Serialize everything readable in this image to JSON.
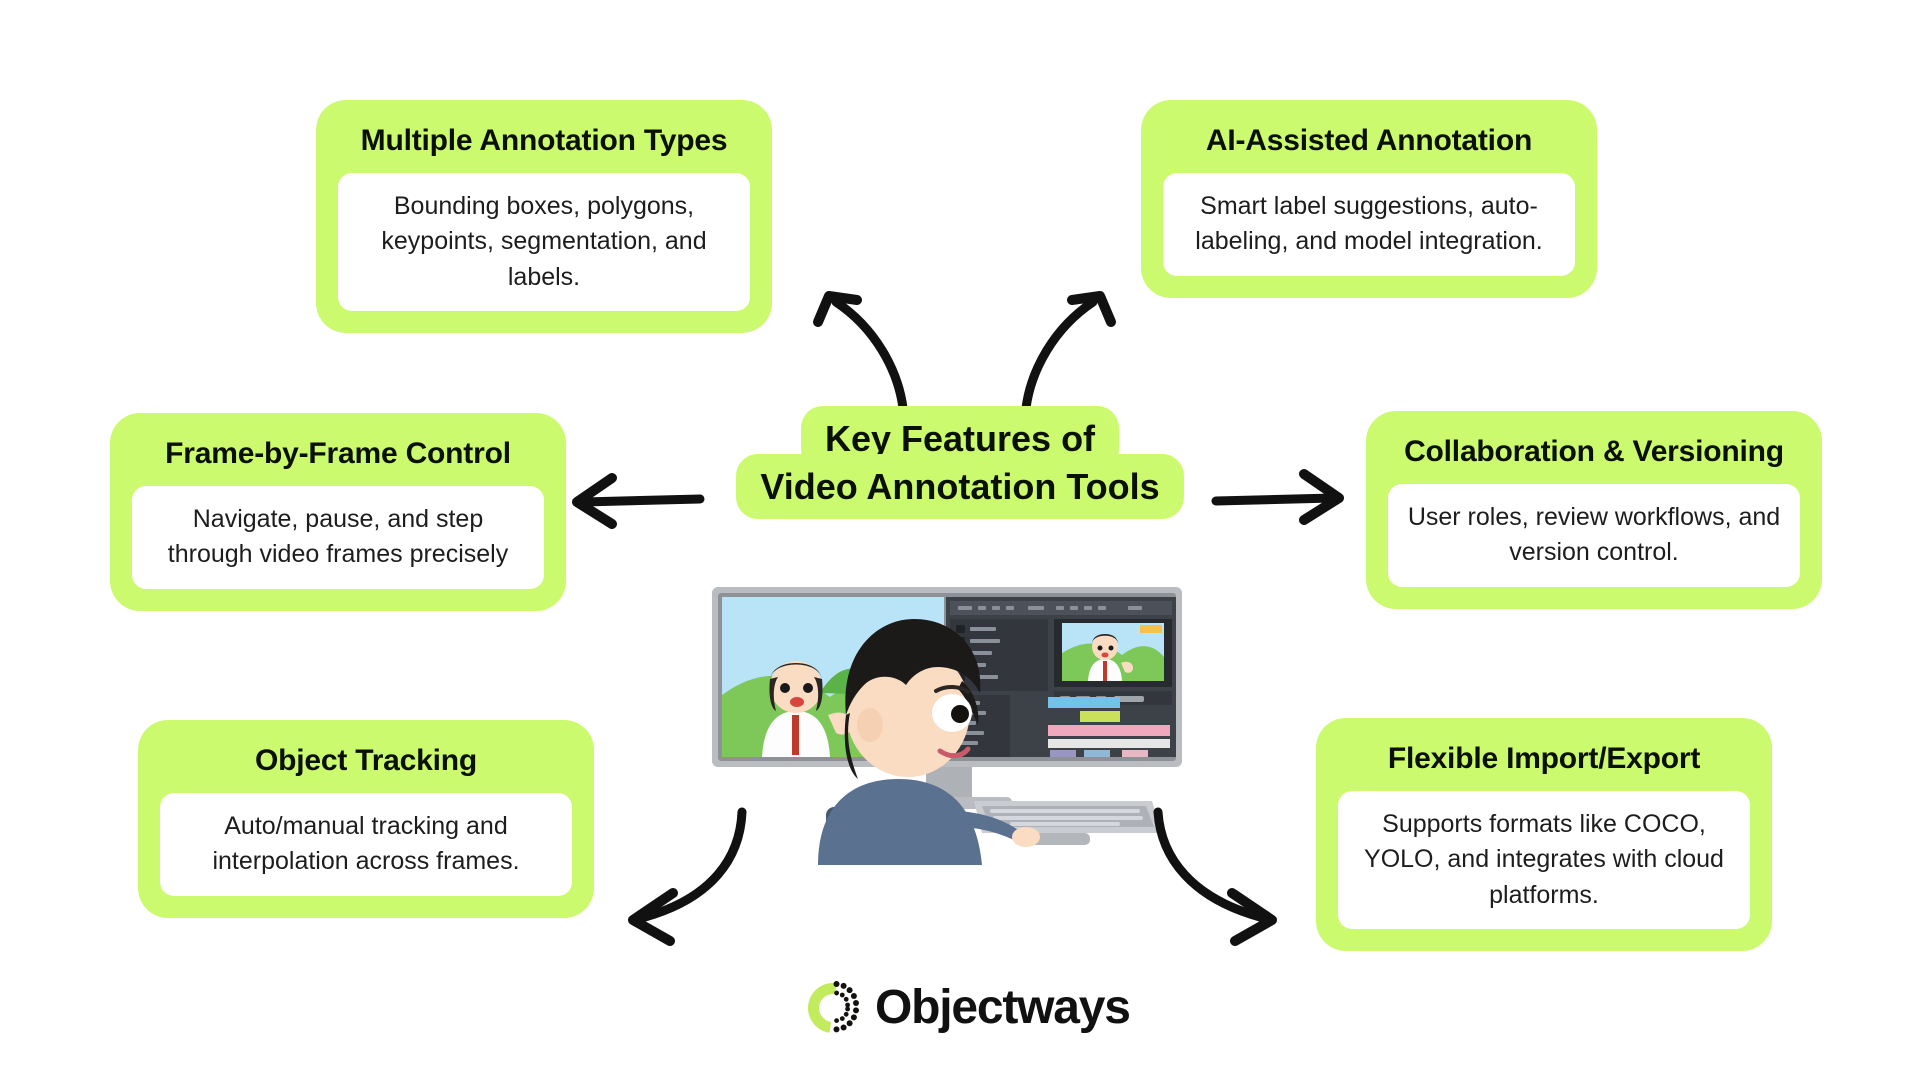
{
  "center": {
    "title_line1": "Key Features of",
    "title_line2": "Video Annotation Tools"
  },
  "cards": [
    {
      "id": "multiple-annotation-types",
      "title": "Multiple Annotation Types",
      "body": "Bounding boxes, polygons, keypoints, segmentation, and labels."
    },
    {
      "id": "ai-assisted-annotation",
      "title": "AI-Assisted Annotation",
      "body": "Smart label suggestions, auto-labeling, and model integration."
    },
    {
      "id": "frame-by-frame-control",
      "title": "Frame-by-Frame Control",
      "body": "Navigate, pause, and step through video frames precisely"
    },
    {
      "id": "collaboration-versioning",
      "title": "Collaboration & Versioning",
      "body": "User roles, review workflows, and version control."
    },
    {
      "id": "object-tracking",
      "title": "Object Tracking",
      "body": "Auto/manual tracking and interpolation across frames."
    },
    {
      "id": "flexible-import-export",
      "title": "Flexible Import/Export",
      "body": "Supports formats like COCO, YOLO, and integrates with cloud platforms."
    }
  ],
  "arrows": [
    {
      "name": "arrow-to-multiple-annotation-types",
      "direction": "up-left"
    },
    {
      "name": "arrow-to-ai-assisted-annotation",
      "direction": "up-right"
    },
    {
      "name": "arrow-to-frame-by-frame-control",
      "direction": "left"
    },
    {
      "name": "arrow-to-collaboration-versioning",
      "direction": "right"
    },
    {
      "name": "arrow-to-object-tracking",
      "direction": "down-left"
    },
    {
      "name": "arrow-to-flexible-import-export",
      "direction": "down-right"
    }
  ],
  "illustration": {
    "name": "video-editor-workstation-illustration",
    "alt": "Person at a dual-monitor desk editing video in a timeline editor"
  },
  "logo": {
    "wordmark": "Objectways",
    "mark_name": "objectways-ring-logo"
  },
  "colors": {
    "accent_green": "#ccfa6e",
    "card_body_white": "#ffffff",
    "text_dark": "#0b1005",
    "body_text": "#1d1d1d",
    "arrow_black": "#111111",
    "background": "#ffffff"
  }
}
